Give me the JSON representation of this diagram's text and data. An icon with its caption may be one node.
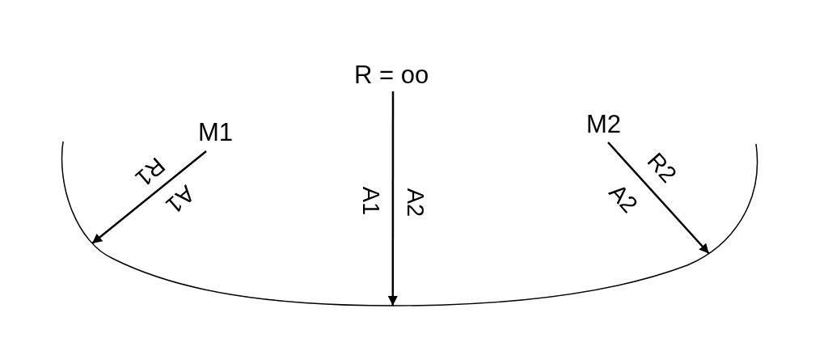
{
  "diagram": {
    "nodes": [
      {
        "text": [
          "M1"
        ]
      },
      {
        "text": [
          "R = oo"
        ]
      },
      {
        "text": [
          "M2"
        ]
      },
      {
        "text": [],
        "shape": "curve"
      }
    ],
    "edges": [
      {
        "from": 0,
        "to": 3,
        "arrow": "to"
      },
      {
        "from": 1,
        "to": 3,
        "arrow": "to"
      },
      {
        "from": 2,
        "to": 3,
        "arrow": "to"
      }
    ],
    "labels": [
      "R1",
      "A1",
      "A1",
      "A2",
      "R2",
      "A2"
    ]
  }
}
